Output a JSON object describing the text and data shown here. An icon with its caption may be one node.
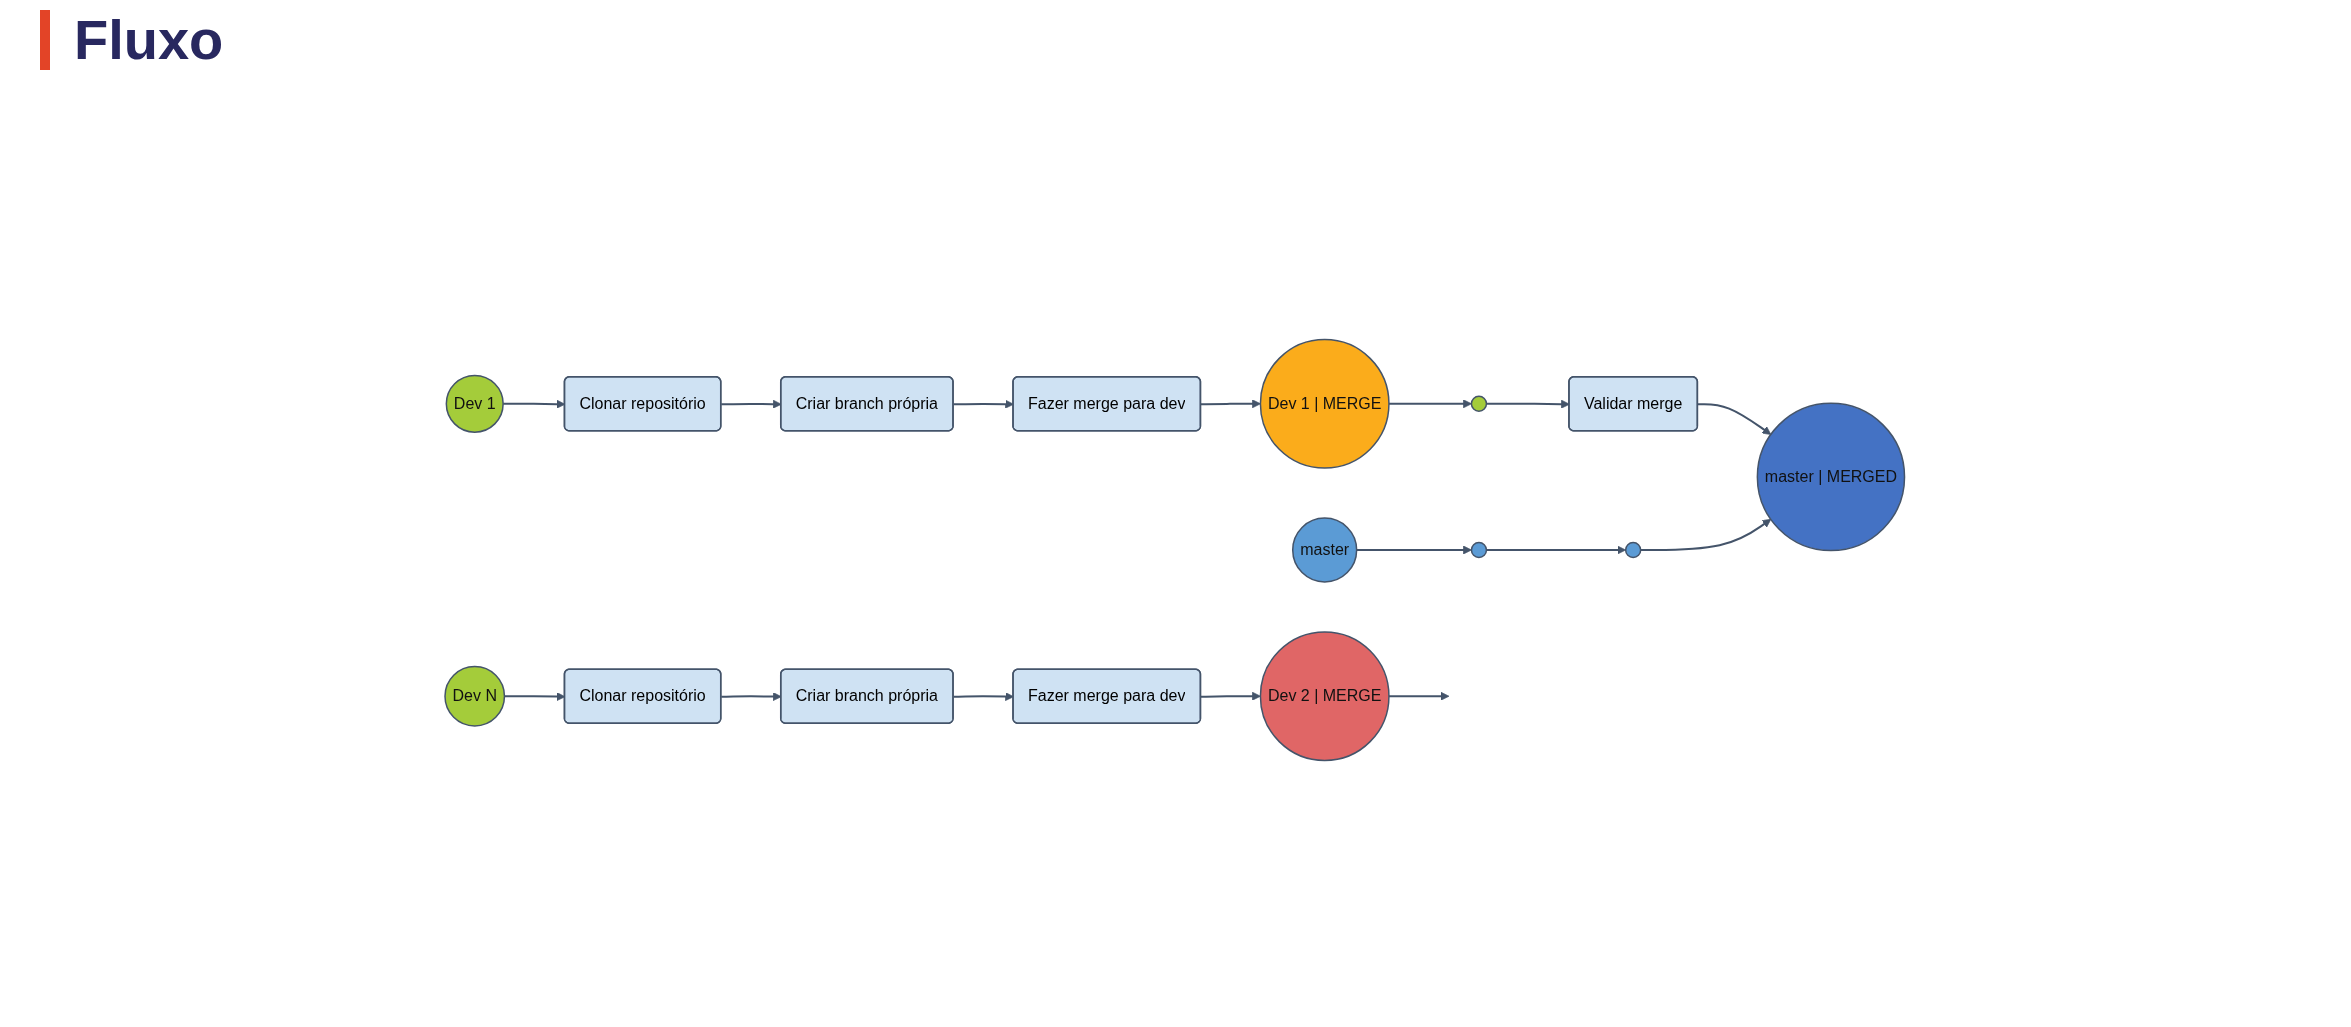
{
  "diagram": {
    "title": "Fluxo",
    "nodes": [
      {
        "text": [
          "Dev 1"
        ]
      },
      {
        "text": [
          "Clonar repositório"
        ]
      },
      {
        "text": [
          "Criar branch própria"
        ]
      },
      {
        "text": [
          "Fazer merge para dev"
        ]
      },
      {
        "text": [
          "Dev 1 | MERGE"
        ]
      },
      {
        "text": [
          "Dev N"
        ]
      },
      {
        "text": [
          "Clonar repositório"
        ]
      },
      {
        "text": [
          "Criar branch própria"
        ]
      },
      {
        "text": [
          "Fazer merge para dev"
        ]
      },
      {
        "text": [
          "Dev 2 | MERGE"
        ]
      },
      {
        "text": [],
        "shape": "circle"
      },
      {
        "text": [
          "Validar merge"
        ]
      },
      {
        "text": [
          "master"
        ]
      },
      {
        "text": [],
        "shape": "circle"
      },
      {
        "text": [],
        "shape": "circle"
      },
      {
        "text": [
          "master | MERGED"
        ]
      }
    ],
    "edges": [
      {
        "from": 0,
        "to": 1,
        "arrow": "to"
      },
      {
        "from": 1,
        "to": 2,
        "arrow": "to"
      },
      {
        "from": 2,
        "to": 3,
        "arrow": "to"
      },
      {
        "from": 3,
        "to": 4,
        "arrow": "to"
      },
      {
        "from": 4,
        "to": 10,
        "arrow": "to"
      },
      {
        "from": 5,
        "to": 6,
        "arrow": "to"
      },
      {
        "from": 6,
        "to": 7,
        "arrow": "to"
      },
      {
        "from": 7,
        "to": 8,
        "arrow": "to"
      },
      {
        "from": 8,
        "to": 9,
        "arrow": "to"
      },
      {
        "from": 9,
        "to": null,
        "arrow": "to"
      },
      {
        "from": 10,
        "to": 11,
        "arrow": "to"
      },
      {
        "from": 11,
        "to": 15,
        "arrow": "to"
      },
      {
        "from": 12,
        "to": 13,
        "arrow": "to"
      },
      {
        "from": 13,
        "to": 14,
        "arrow": "to"
      },
      {
        "from": 14,
        "to": 15,
        "arrow": "to"
      }
    ]
  }
}
